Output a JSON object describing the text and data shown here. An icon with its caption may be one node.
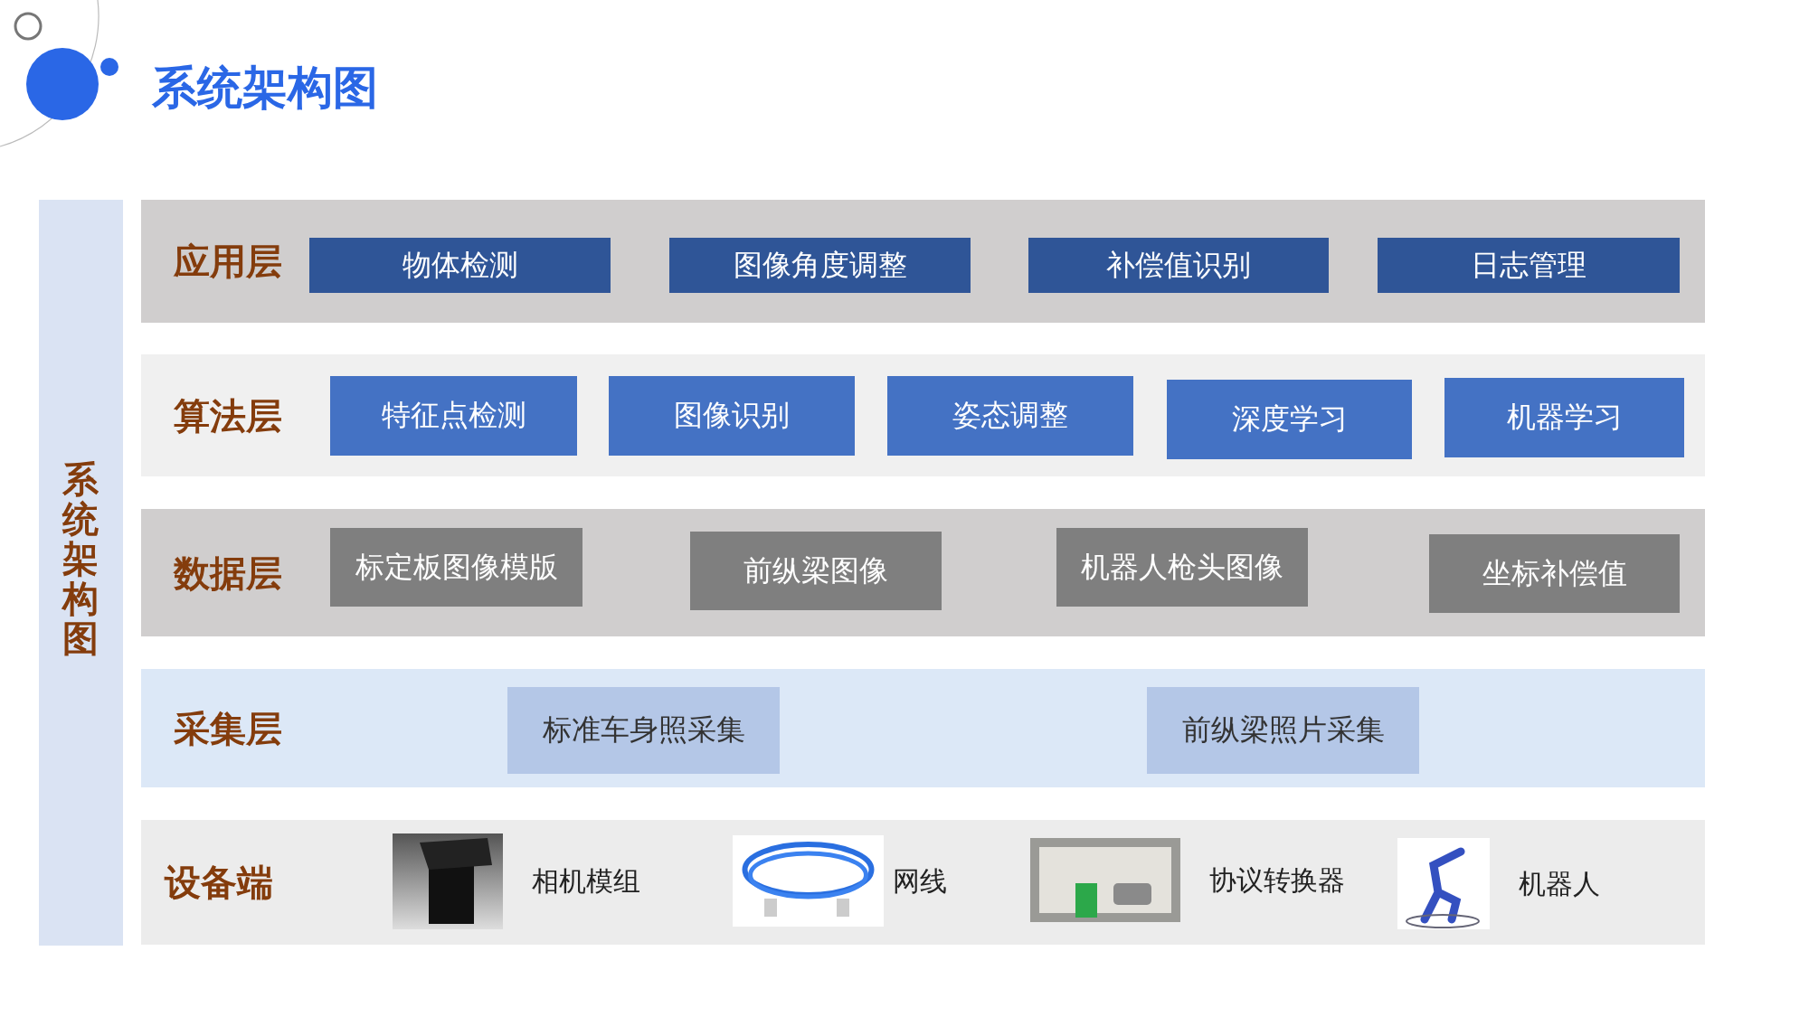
{
  "diagram": {
    "title": "系统架构图",
    "nodes": [
      {
        "text": [
          "系统架构图"
        ]
      },
      {
        "text": [
          "应用层"
        ]
      },
      {
        "text": [
          "物体检测"
        ],
        "in": 1
      },
      {
        "text": [
          "图像角度调整"
        ],
        "in": 1
      },
      {
        "text": [
          "补偿值识别"
        ],
        "in": 1
      },
      {
        "text": [
          "日志管理"
        ],
        "in": 1
      },
      {
        "text": [
          "算法层"
        ]
      },
      {
        "text": [
          "特征点检测"
        ],
        "in": 6
      },
      {
        "text": [
          "图像识别"
        ],
        "in": 6
      },
      {
        "text": [
          "姿态调整"
        ],
        "in": 6
      },
      {
        "text": [
          "深度学习"
        ],
        "in": 6
      },
      {
        "text": [
          "机器学习"
        ],
        "in": 6
      },
      {
        "text": [
          "数据层"
        ]
      },
      {
        "text": [
          "标定板图像模版"
        ],
        "in": 12
      },
      {
        "text": [
          "前纵梁图像"
        ],
        "in": 12
      },
      {
        "text": [
          "机器人枪头图像"
        ],
        "in": 12
      },
      {
        "text": [
          "坐标补偿值"
        ],
        "in": 12
      },
      {
        "text": [
          "采集层"
        ]
      },
      {
        "text": [
          "标准车身照采集"
        ],
        "in": 17
      },
      {
        "text": [
          "前纵梁照片采集"
        ],
        "in": 17
      },
      {
        "text": [
          "设备端"
        ]
      },
      {
        "text": [],
        "shape": "picture",
        "in": 20,
        "beside": [
          "相机模组"
        ]
      },
      {
        "text": [],
        "shape": "picture",
        "in": 20,
        "beside": [
          "网线"
        ]
      },
      {
        "text": [],
        "shape": "picture",
        "in": 20,
        "beside": [
          "协议转换器"
        ]
      },
      {
        "text": [],
        "shape": "picture",
        "in": 20,
        "beside": [
          "机器人"
        ]
      }
    ]
  }
}
